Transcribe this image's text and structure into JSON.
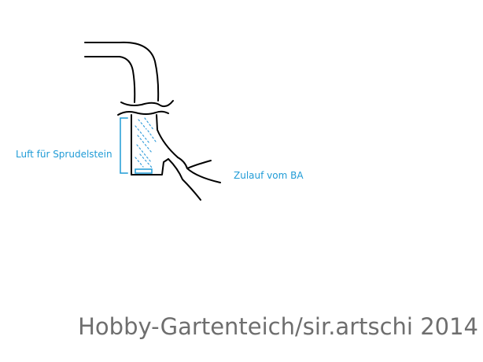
{
  "labels": {
    "air_for_airstone": "Luft für Sprudelstein",
    "inflow": "Zulauf vom BA"
  },
  "watermark": "Hobby-Gartenteich/sir.artschi 2014",
  "colors": {
    "ink": "#000000",
    "annotation": "#1f9bd6",
    "water": "#3aa0dc",
    "watermark": "#6e6e6e",
    "background": "#ffffff"
  }
}
